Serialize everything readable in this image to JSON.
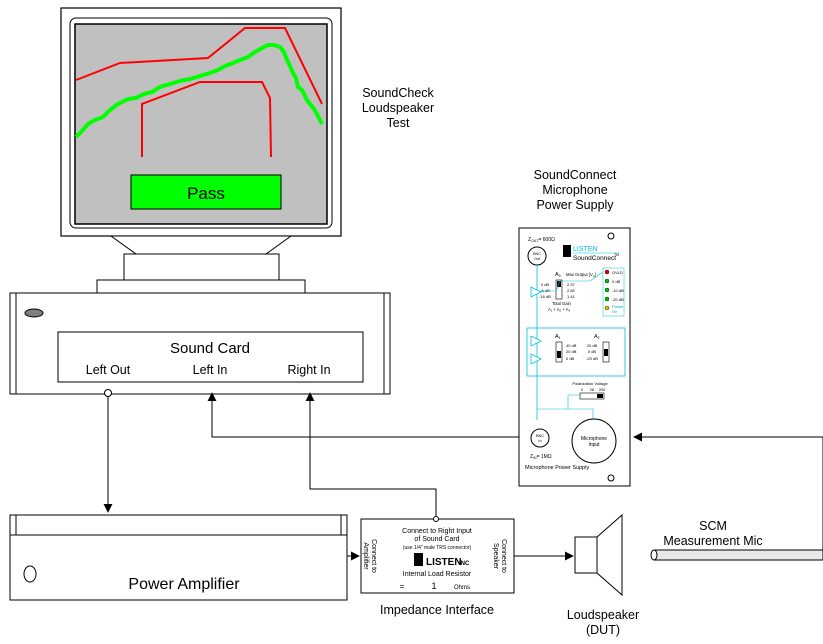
{
  "monitor": {
    "screen_bg": "#c0c0c0",
    "curve_limit_color": "#ff0000",
    "curve_response_color": "#00ff00",
    "status_label": "Pass",
    "status_color": "#00ff00"
  },
  "soundcheck_label": [
    "SoundCheck",
    "Loudspeaker",
    "Test"
  ],
  "soundconnect_label": [
    "SoundConnect",
    "Microphone",
    "Power Supply"
  ],
  "sound_card": {
    "title": "Sound Card",
    "ports": [
      "Left Out",
      "Left In",
      "Right In"
    ]
  },
  "power_amplifier": {
    "label": "Power Amplifier"
  },
  "impedance_interface": {
    "caption": "Impedance Interface",
    "connect_right_input": [
      "Connect to Right Input",
      "of Sound Card",
      "(use 1/4\" male TRS connector)"
    ],
    "connect_amplifier": [
      "Connect to",
      "Amplifier"
    ],
    "connect_speaker": [
      "Connect to",
      "Speaker"
    ],
    "brand": "LISTEN",
    "brand_suffix": "INC",
    "resistor_label": "Internal Load Resistor",
    "resistor_eq": "=",
    "resistor_value": "1",
    "resistor_unit": "Ohms"
  },
  "loudspeaker": {
    "label": [
      "Loudspeaker",
      "(DUT)"
    ]
  },
  "microphone": {
    "label": [
      "SCM",
      "Measurement Mic"
    ]
  },
  "power_supply_panel": {
    "zout": "Z",
    "zout_sub": "OUT",
    "zout_val": "= 600Ω",
    "brand": "LISTEN",
    "product": "SoundConnect",
    "tm": "TM",
    "bnc_out": [
      "BNC",
      "Out"
    ],
    "a3": "A",
    "a3_sub": "3",
    "max_output": "Max Output [V",
    "max_output_sub": "p",
    "max_output_end": "]",
    "gains_a3": [
      "0 dB",
      "-6 dB",
      "-16 dB"
    ],
    "max_values": [
      "2.97",
      "2.82",
      "1.41"
    ],
    "led_labels": [
      "OVLD",
      "0 dB",
      "-10 dB",
      "-20 dB",
      "Power",
      "On"
    ],
    "total_gain": "Total Gain",
    "total_gain_formula": "A₁ + A₂ + A₃",
    "a1": "A",
    "a1_sub": "1",
    "a2": "A",
    "a2_sub": "2",
    "gains_a1": [
      "40 dB",
      "20 dB",
      "0 dB"
    ],
    "gains_a2": [
      "20 dB",
      "0 dB",
      "-20 dB"
    ],
    "polarization": "Polarization Voltage",
    "polarization_values": [
      "0",
      "28",
      "200"
    ],
    "bnc_in": [
      "BNC",
      "In"
    ],
    "mic_input": [
      "Microphone",
      "Input"
    ],
    "zin": "Z",
    "zin_sub": "IN",
    "zin_val": "= 1MΩ",
    "footer": "Microphone Power Supply",
    "accent": "#00c0e0"
  }
}
